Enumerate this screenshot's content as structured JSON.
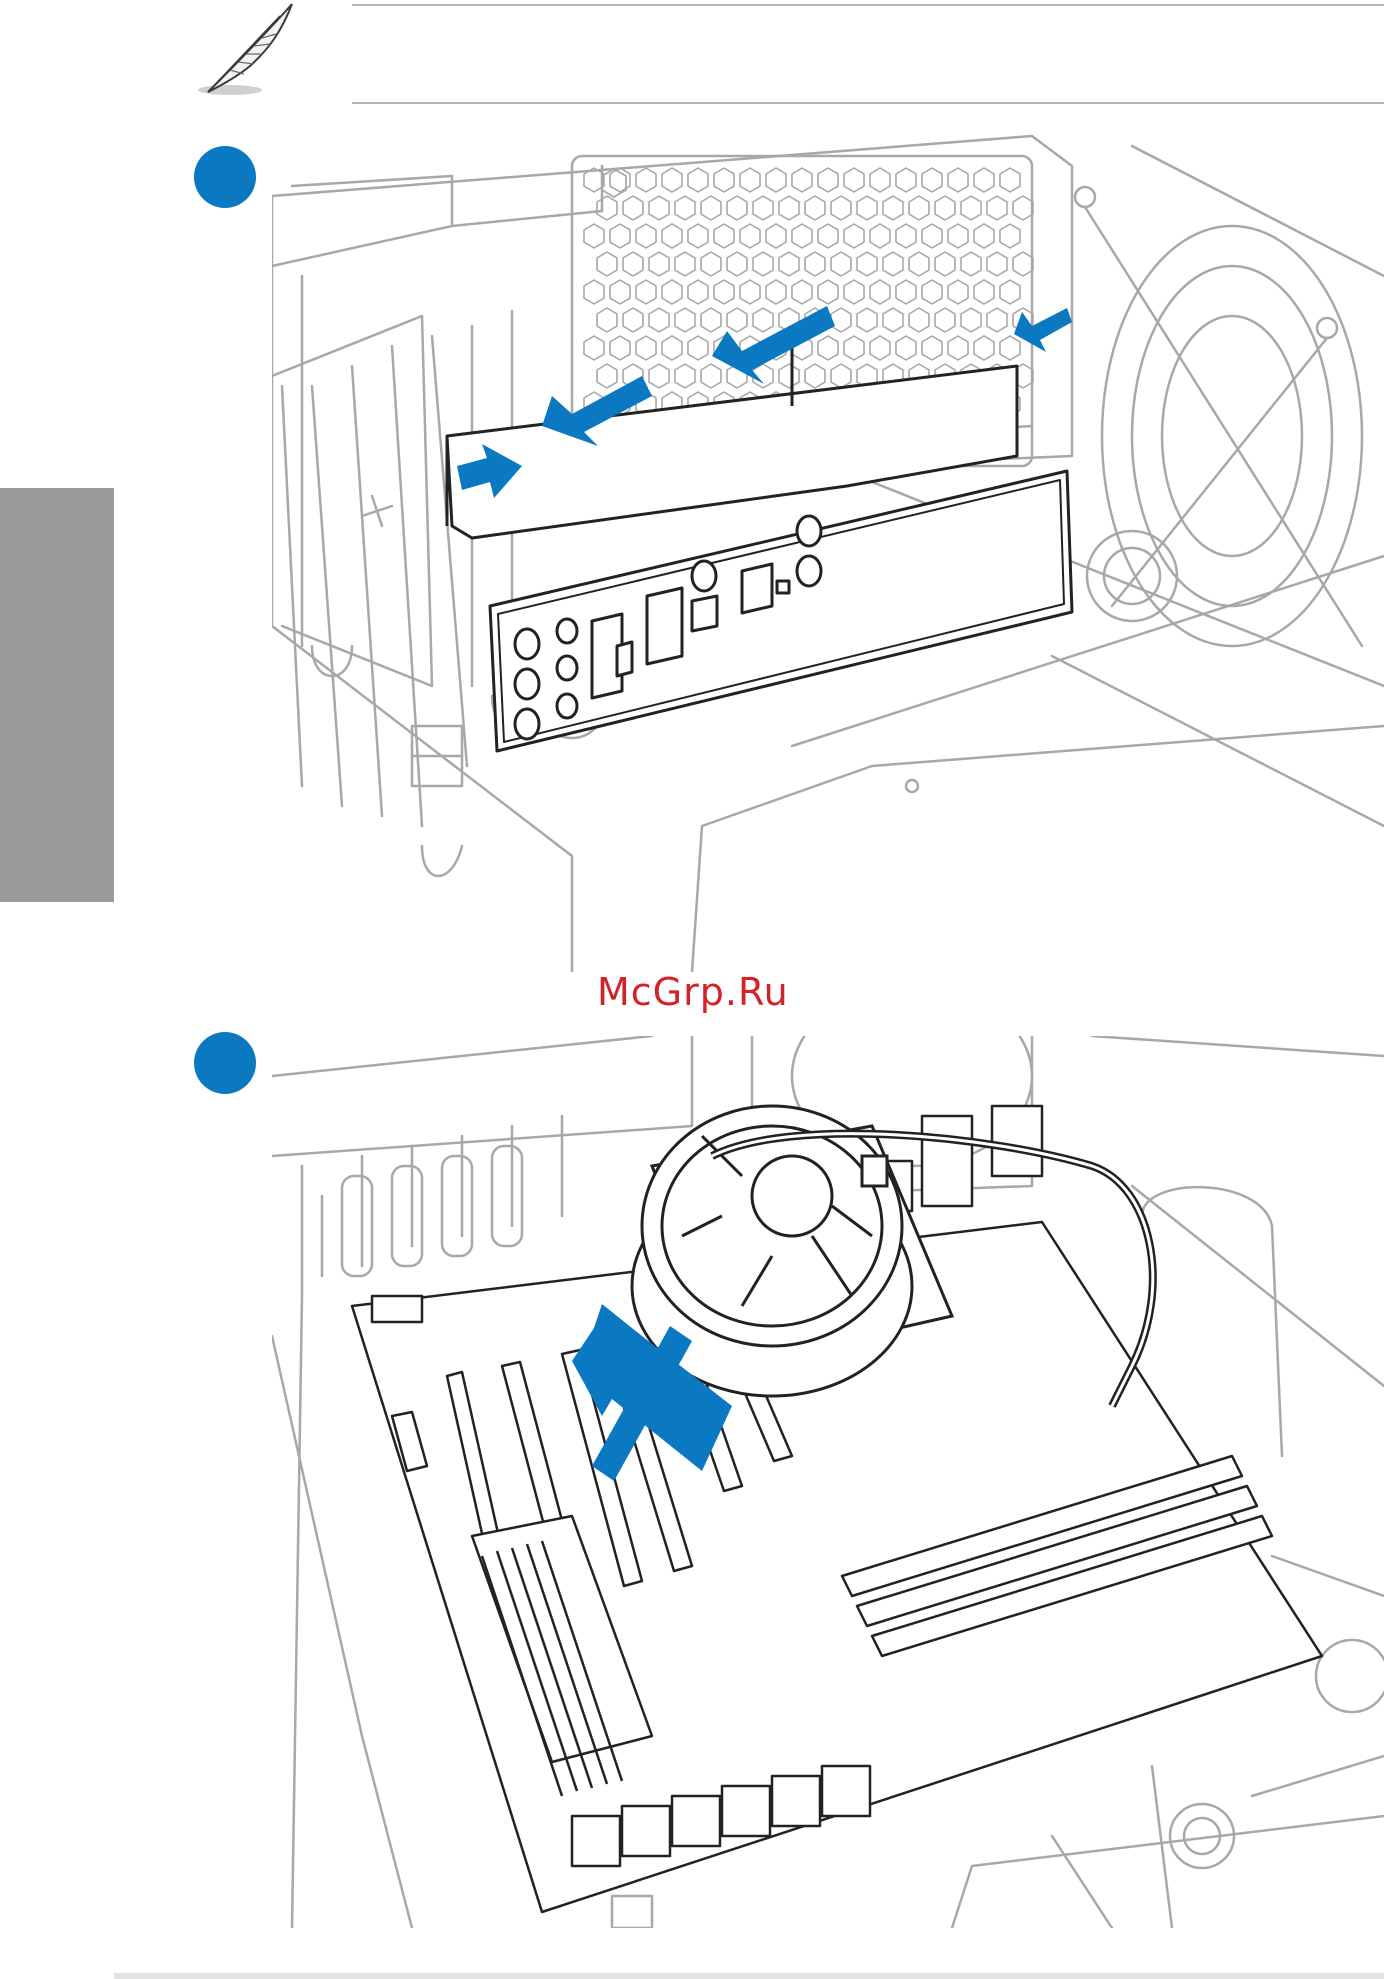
{
  "page": {
    "watermark": "McGrp.Ru",
    "colors": {
      "accent_blue": "#0b78c2",
      "side_tab_gray": "#9b9b9b",
      "line_art_gray": "#a8a8a8",
      "watermark_red": "#d3232a"
    }
  },
  "note": {
    "icon": "feather-quill-icon"
  },
  "steps": [
    {
      "marker": "blue-circle",
      "illustration": "io-shield-installation"
    },
    {
      "marker": "blue-circle",
      "illustration": "motherboard-installation"
    }
  ]
}
